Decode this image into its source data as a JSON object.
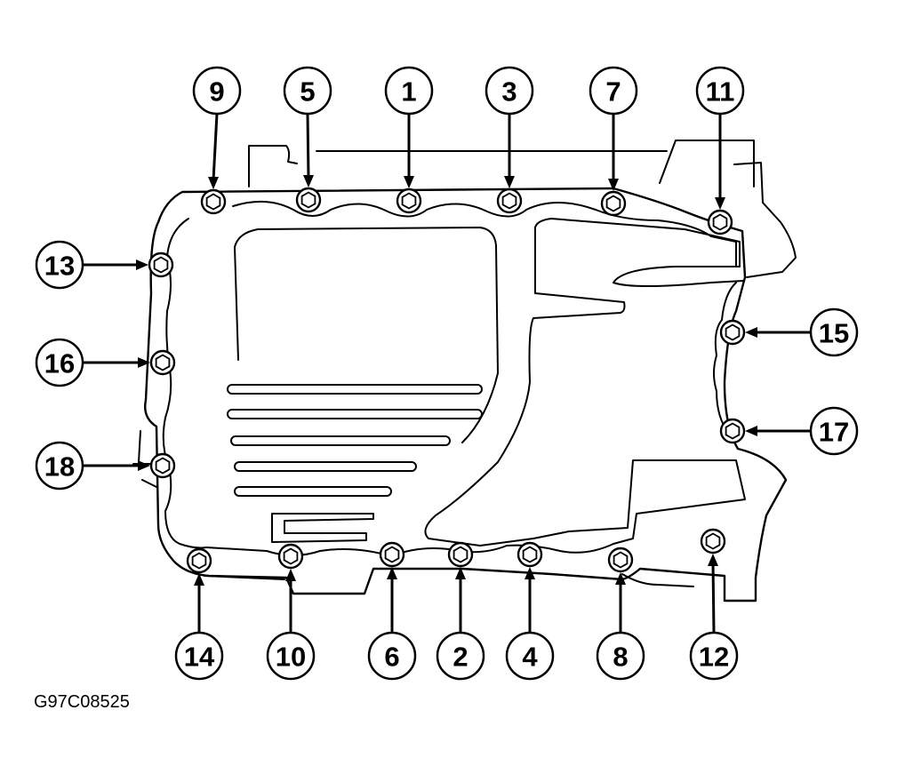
{
  "figure": {
    "code": "G97C08525"
  },
  "callouts": [
    {
      "id": "b9",
      "label": "9"
    },
    {
      "id": "b5",
      "label": "5"
    },
    {
      "id": "b1",
      "label": "1"
    },
    {
      "id": "b3",
      "label": "3"
    },
    {
      "id": "b7",
      "label": "7"
    },
    {
      "id": "b11",
      "label": "11"
    },
    {
      "id": "b13",
      "label": "13"
    },
    {
      "id": "b16",
      "label": "16"
    },
    {
      "id": "b18",
      "label": "18"
    },
    {
      "id": "b15",
      "label": "15"
    },
    {
      "id": "b17",
      "label": "17"
    },
    {
      "id": "b14",
      "label": "14"
    },
    {
      "id": "b10",
      "label": "10"
    },
    {
      "id": "b6",
      "label": "6"
    },
    {
      "id": "b2",
      "label": "2"
    },
    {
      "id": "b4",
      "label": "4"
    },
    {
      "id": "b8",
      "label": "8"
    },
    {
      "id": "b12",
      "label": "12"
    }
  ]
}
